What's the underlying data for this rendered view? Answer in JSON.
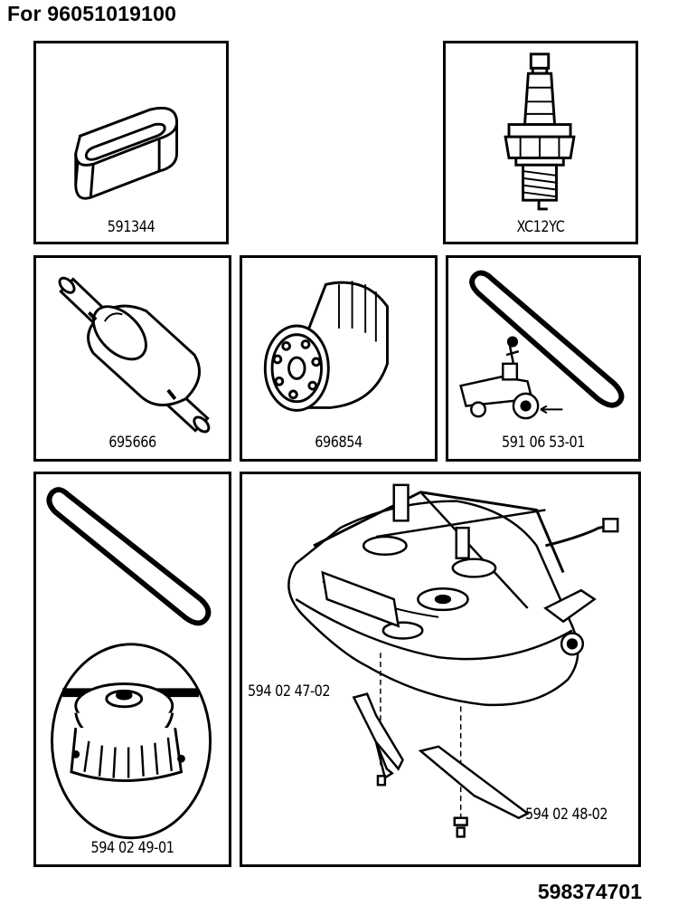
{
  "header": {
    "title": "For 96051019100"
  },
  "footer": {
    "doc_number": "598374701"
  },
  "parts": {
    "air_filter": "591344",
    "spark_plug": "XC12YC",
    "fuel_filter": "695666",
    "oil_filter": "696854",
    "drive_belt": "591 06 53-01",
    "deck_belt_pulley": "594 02 49-01",
    "blade_left": "594 02 47-02",
    "blade_right": "594 02 48-02"
  }
}
